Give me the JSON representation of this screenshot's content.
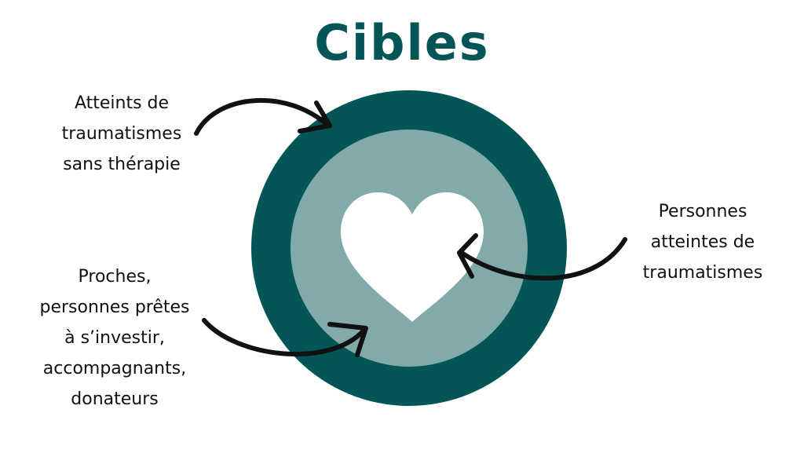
{
  "title": "Cibles",
  "colors": {
    "outer_ring": "#035556",
    "inner_circle": "#82aaaa",
    "heart": "#ffffff",
    "title": "#035556",
    "arrows": "#111111",
    "text": "#111111"
  },
  "targets": [
    {
      "id": "traumatised-without-therapy",
      "lines": [
        "Atteints de",
        "traumatismes",
        "sans thérapie"
      ]
    },
    {
      "id": "relatives-supporters",
      "lines": [
        "Proches,",
        "personnes prêtes",
        "à s’investir,",
        "accompagnants,",
        "donateurs"
      ]
    },
    {
      "id": "traumatised-persons",
      "lines": [
        "Personnes",
        "atteintes de",
        "traumatismes"
      ]
    }
  ]
}
